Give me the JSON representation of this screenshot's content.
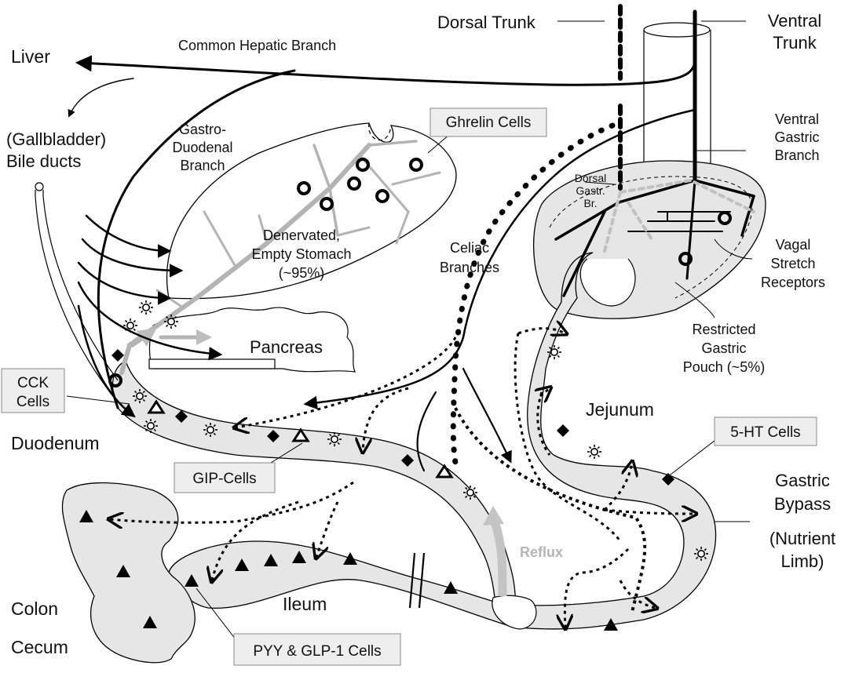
{
  "labels": {
    "dorsal_trunk": "Dorsal Trunk",
    "ventral_trunk_1": "Ventral",
    "ventral_trunk_2": "Trunk",
    "liver": "Liver",
    "common_hepatic": "Common Hepatic Branch",
    "gallbladder_1": "(Gallbladder)",
    "gallbladder_2": "Bile ducts",
    "gastroduodenal_1": "Gastro-",
    "gastroduodenal_2": "Duodenal",
    "gastroduodenal_3": "Branch",
    "stomach_1": "Denervated,",
    "stomach_2": "Empty Stomach",
    "stomach_3": "(~95%)",
    "pancreas": "Pancreas",
    "celiac_1": "Celiac",
    "celiac_2": "Branches",
    "dorsal_gastr_1": "Dorsal",
    "dorsal_gastr_2": "Gastr.",
    "dorsal_gastr_3": "Br.",
    "ventral_gastric_1": "Ventral",
    "ventral_gastric_2": "Gastric",
    "ventral_gastric_3": "Branch",
    "vagal_1": "Vagal",
    "vagal_2": "Stretch",
    "vagal_3": "Receptors",
    "pouch_1": "Restricted",
    "pouch_2": "Gastric",
    "pouch_3": "Pouch (~5%)",
    "jejunum": "Jejunum",
    "duodenum": "Duodenum",
    "bypass_1": "Gastric",
    "bypass_2": "Bypass",
    "bypass_3": "(Nutrient",
    "bypass_4": "Limb)",
    "colon": "Colon",
    "cecum": "Cecum",
    "ileum": "Ileum",
    "reflux": "Reflux"
  },
  "boxes": {
    "ghrelin": "Ghrelin Cells",
    "cck_1": "CCK",
    "cck_2": "Cells",
    "gip": "GIP-Cells",
    "ht5": "5-HT Cells",
    "pyy": "PYY & GLP-1 Cells"
  },
  "colors": {
    "ink": "#000000",
    "organ_fill": "#e6e6e6",
    "denervated_nerve": "#b4b4b4",
    "label_box": "#eeeeee"
  }
}
